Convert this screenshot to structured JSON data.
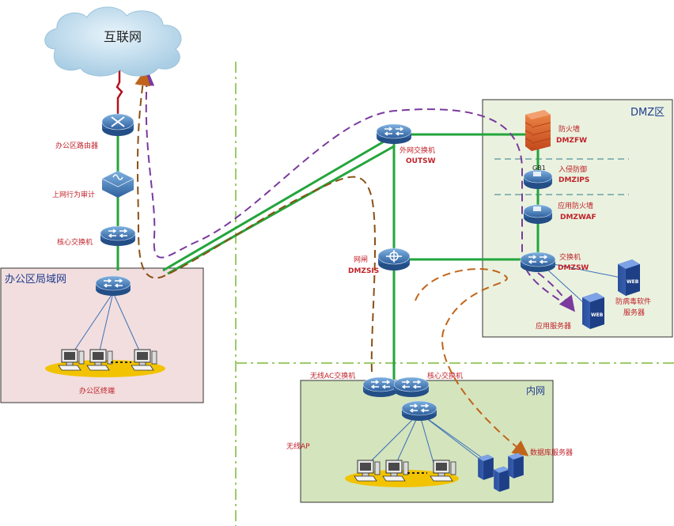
{
  "cloud": {
    "label": "互联网"
  },
  "office_chain": {
    "router": "办公区路由器",
    "audit": "上网行为审计",
    "core": "核心交换机"
  },
  "zones": {
    "office": {
      "title": "办公区局域网",
      "terminals": "办公区终端"
    },
    "dmz": {
      "title": "DMZ区"
    },
    "intranet": {
      "title": "内网"
    }
  },
  "outsw": {
    "name": "外网交换机",
    "code": "OUTSW"
  },
  "gap": {
    "name": "网闸",
    "code": "DMZSIS"
  },
  "dmz_devices": {
    "firewall": {
      "name": "防火墙",
      "code": "DMZFW"
    },
    "ips": {
      "name": "入侵防御",
      "code": "DMZIPS",
      "tag": "GB1"
    },
    "waf": {
      "name": "应用防火墙",
      "code": "DMZWAF"
    },
    "switch": {
      "name": "交换机",
      "code": "DMZSW"
    },
    "antivirus": {
      "line1": "防病毒软件",
      "line2": "服务器"
    },
    "appserver": {
      "name": "应用服务器"
    },
    "server_tag": "WEB"
  },
  "intranet_devices": {
    "wireless_ac": "无线AC交换机",
    "core": "核心交换机",
    "ap": "无线AP",
    "db": "数据库服务器"
  },
  "colors": {
    "green_link": "#23a53c",
    "purple_path": "#7a3a9e",
    "orange_path": "#c0651b",
    "label_red": "#c0222a",
    "zone_title_blue": "#1f3c8f",
    "office_bg": "#f2dede",
    "dmz_bg": "#eaf2df",
    "intranet_bg": "#d4e4bd"
  }
}
